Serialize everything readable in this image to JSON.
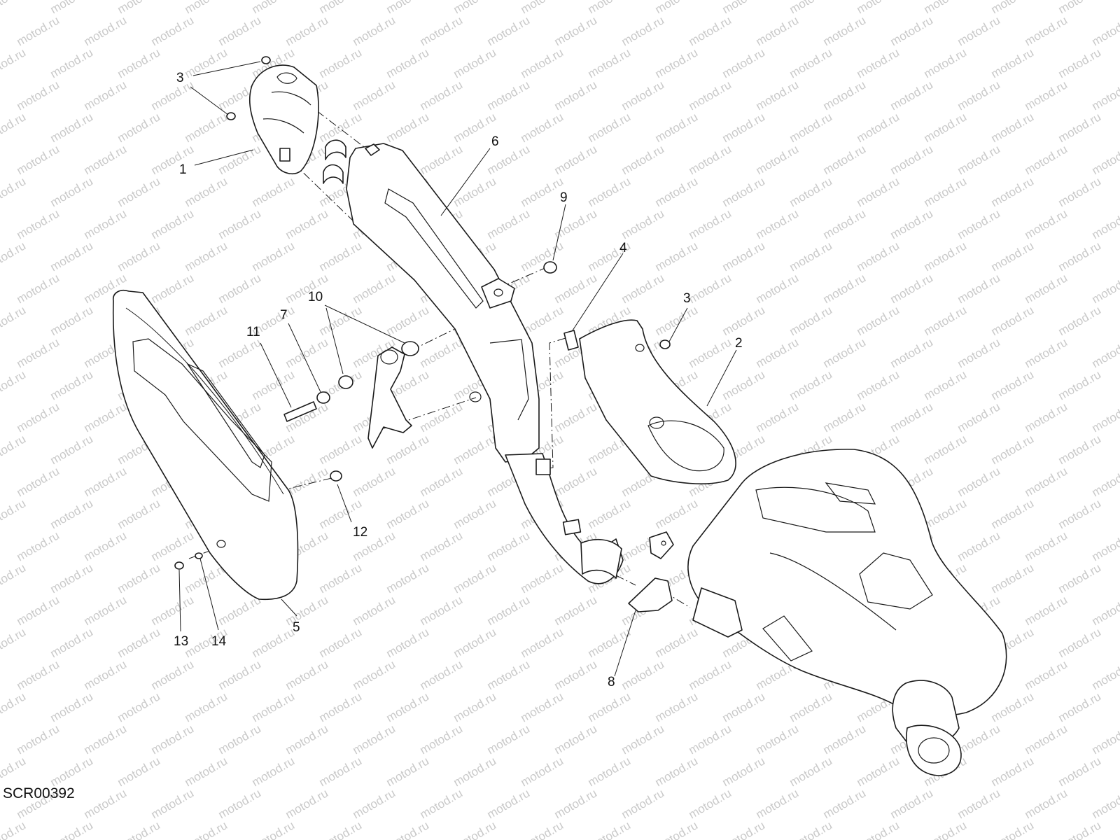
{
  "watermark": {
    "text": "motod.ru"
  },
  "drawing_code": "SCR00392",
  "callouts": [
    {
      "id": "c1",
      "label": "1"
    },
    {
      "id": "c2",
      "label": "2"
    },
    {
      "id": "c3a",
      "label": "3"
    },
    {
      "id": "c3b",
      "label": "3"
    },
    {
      "id": "c4",
      "label": "4"
    },
    {
      "id": "c5",
      "label": "5"
    },
    {
      "id": "c6",
      "label": "6"
    },
    {
      "id": "c7",
      "label": "7"
    },
    {
      "id": "c8",
      "label": "8"
    },
    {
      "id": "c9",
      "label": "9"
    },
    {
      "id": "c10",
      "label": "10"
    },
    {
      "id": "c11",
      "label": "11"
    },
    {
      "id": "c12",
      "label": "12"
    },
    {
      "id": "c13",
      "label": "13"
    },
    {
      "id": "c14",
      "label": "14"
    }
  ]
}
